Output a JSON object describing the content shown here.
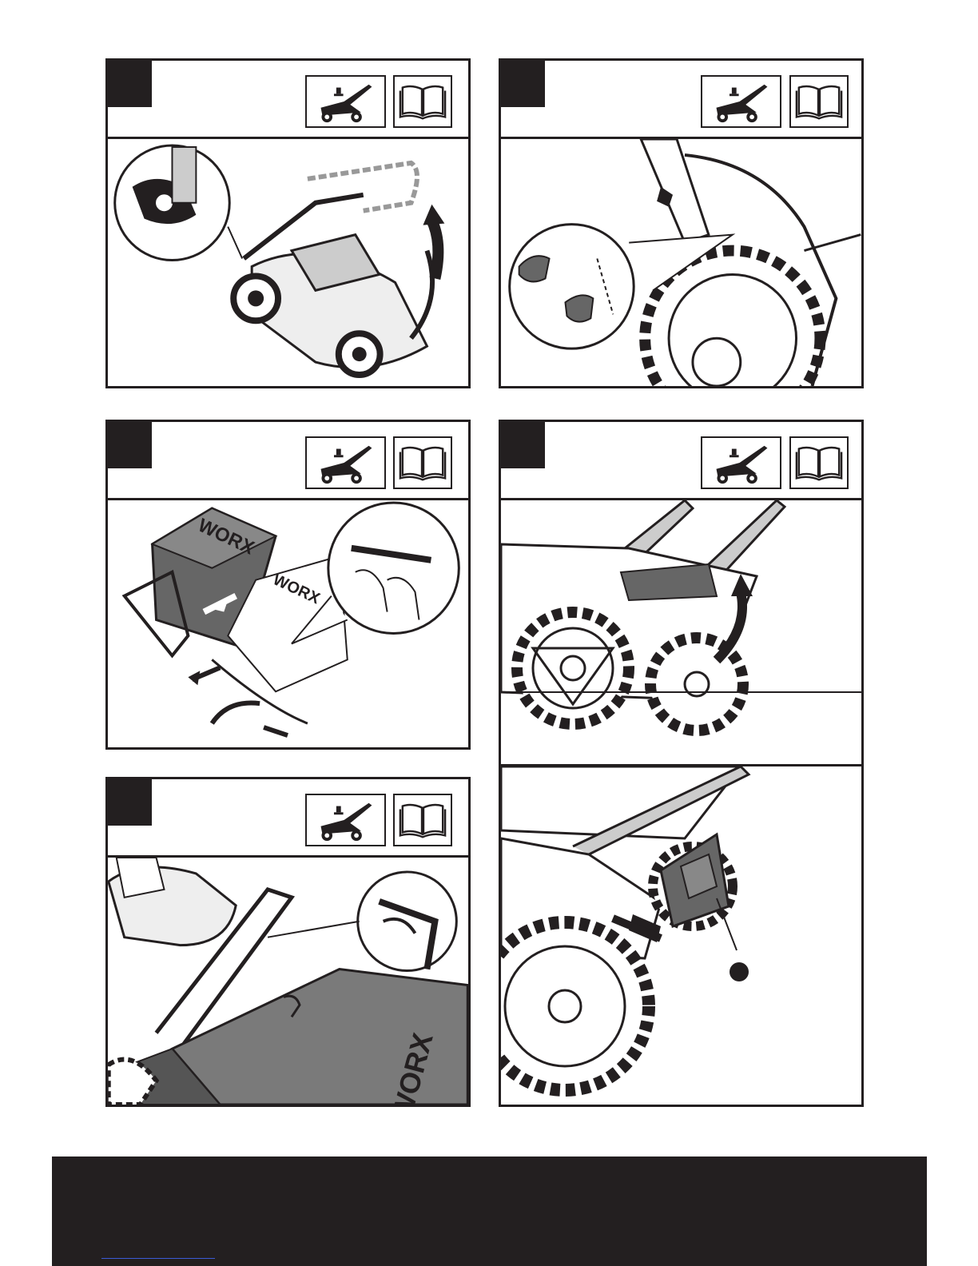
{
  "document": {
    "type": "assembly-instructions-page",
    "brand_marks": [
      "WORX",
      "WORX",
      "WORX"
    ],
    "panels": [
      {
        "id": "A",
        "icons": [
          "lawnmower-icon",
          "manual-book-icon"
        ],
        "content": "handle-unfold"
      },
      {
        "id": "B",
        "icons": [
          "lawnmower-icon",
          "manual-book-icon"
        ],
        "content": "handle-knob"
      },
      {
        "id": "C",
        "icons": [
          "lawnmower-icon",
          "manual-book-icon"
        ],
        "content": "grass-bag-assembly"
      },
      {
        "id": "D",
        "icons": [
          "lawnmower-icon",
          "manual-book-icon"
        ],
        "content": "bag-attach"
      },
      {
        "id": "E",
        "icons": [
          "lawnmower-icon",
          "manual-book-icon"
        ],
        "content": "rear-flap-mulch-plug"
      }
    ]
  }
}
